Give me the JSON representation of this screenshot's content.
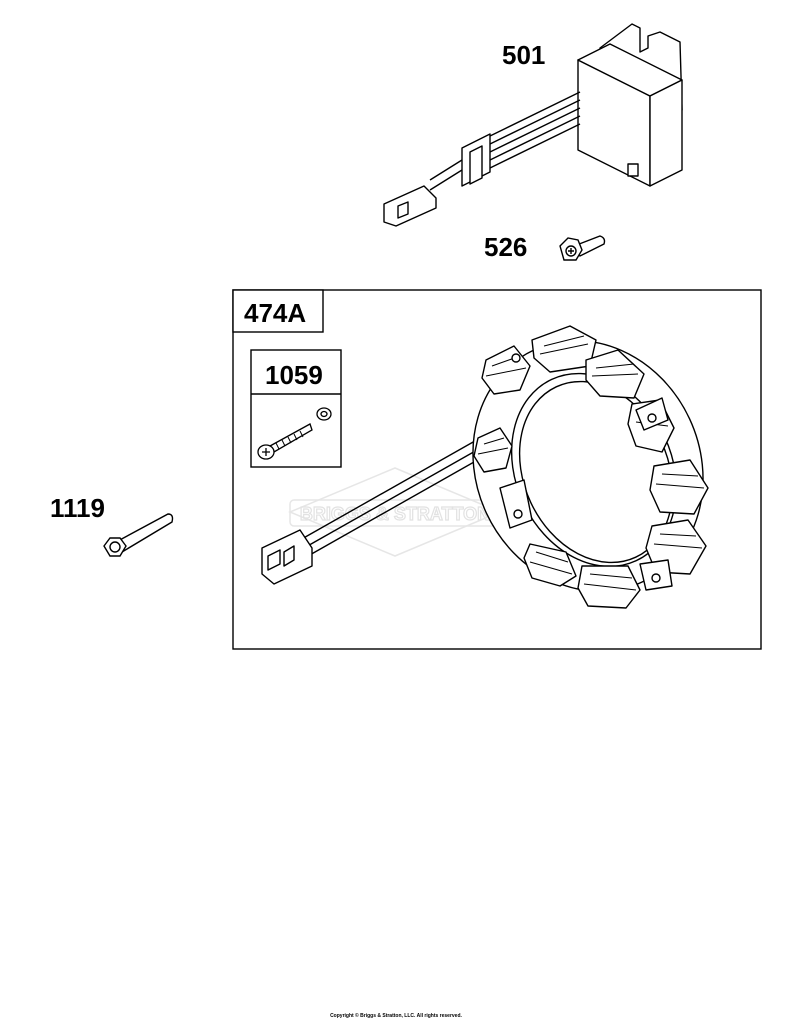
{
  "parts": [
    {
      "number": "501",
      "description": ""
    },
    {
      "number": "526",
      "description": ""
    },
    {
      "number": "474A",
      "description": ""
    },
    {
      "number": "1059",
      "description": ""
    },
    {
      "number": "1119",
      "description": ""
    }
  ],
  "watermark": "BRIGGS & STRATTON",
  "copyright": "Copyright © Briggs & Stratton, LLC. All rights reserved.",
  "colors": {
    "line": "#000000",
    "background": "#ffffff",
    "watermark": "#e2e2e2"
  }
}
